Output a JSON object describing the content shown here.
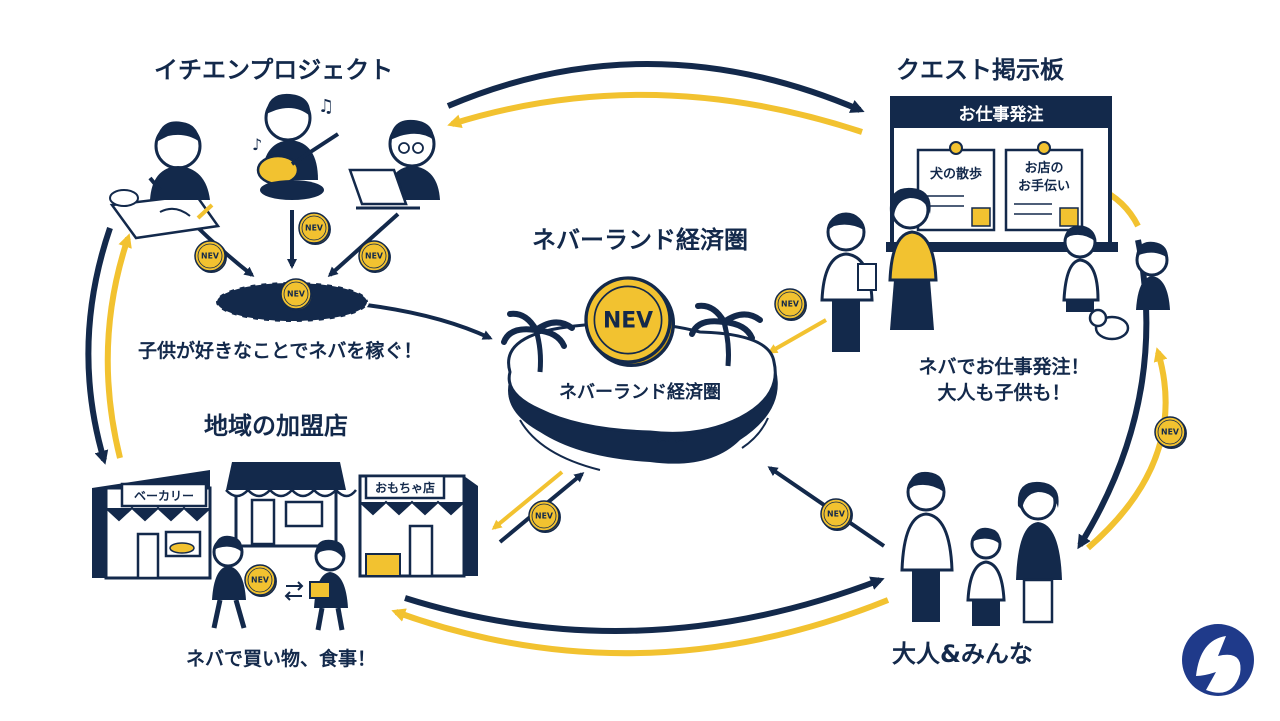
{
  "colors": {
    "navy": "#13294b",
    "gold": "#f2c230",
    "gold_dark": "#c99a12",
    "white": "#ffffff"
  },
  "coin_text": "NEV",
  "center": {
    "title": "ネバーランド経済圏",
    "island_label": "ネバーランド経済圏"
  },
  "ichien": {
    "title": "イチエンプロジェクト",
    "caption": "子供が好きなことでネバを稼ぐ！"
  },
  "quest": {
    "title": "クエスト掲示板",
    "board_header": "お仕事発注",
    "card_1": "犬の散歩",
    "card_2_line1": "お店の",
    "card_2_line2": "お手伝い",
    "caption_line1": "ネバでお仕事発注！",
    "caption_line2": "大人も子供も！"
  },
  "shops": {
    "title": "地域の加盟店",
    "bakery_sign": "ベーカリー",
    "toy_sign": "おもちゃ店",
    "caption": "ネバで買い物、食事！"
  },
  "everyone": {
    "title": "大人&みんな"
  },
  "icons": [
    "coin-icon",
    "palm-tree-icon",
    "shop-icon",
    "person-icon",
    "logo-icon",
    "arrow-icon"
  ]
}
